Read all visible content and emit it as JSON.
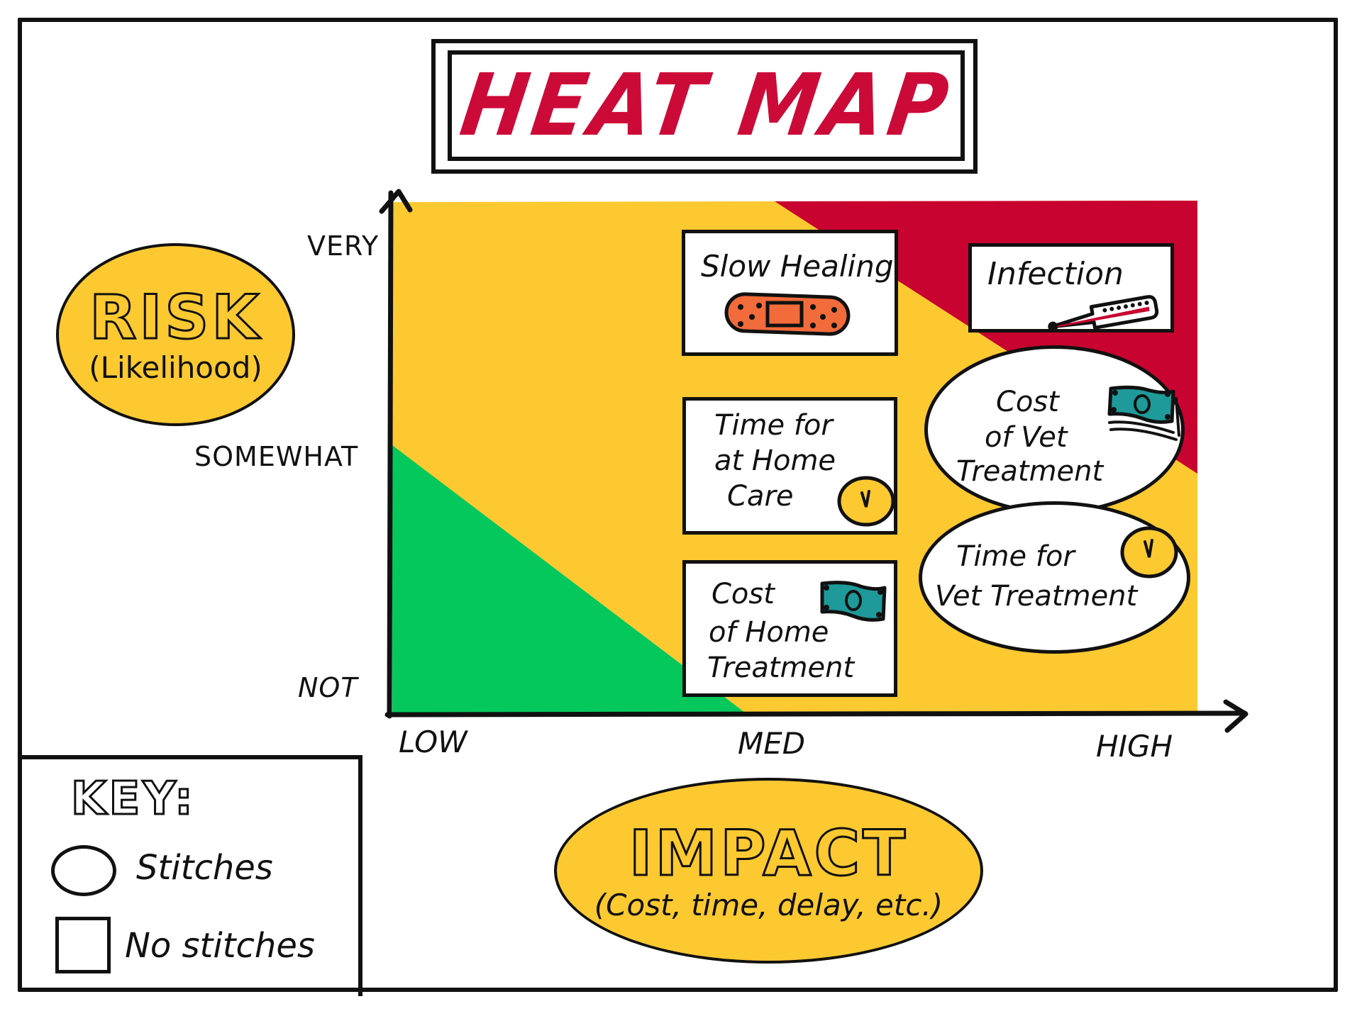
{
  "title": "HEAT MAP",
  "y_axis": {
    "title": "RISK",
    "subtitle": "(Likelihood)",
    "ticks": [
      "VERY",
      "SOMEWHAT",
      "NOT"
    ]
  },
  "x_axis": {
    "title": "IMPACT",
    "subtitle": "(Cost, time, delay, etc.)",
    "ticks": [
      "LOW",
      "MED",
      "HIGH"
    ]
  },
  "zones": {
    "green": "#04C85C",
    "yellow": "#FDC931",
    "red": "#C8032F"
  },
  "items": [
    {
      "label_lines": [
        "Slow Healing"
      ],
      "shape": "square",
      "icon": "bandage-icon"
    },
    {
      "label_lines": [
        "Infection"
      ],
      "shape": "square",
      "icon": "thermometer-icon"
    },
    {
      "label_lines": [
        "Time for",
        "at Home",
        "Care"
      ],
      "shape": "square",
      "icon": "clock-icon"
    },
    {
      "label_lines": [
        "Cost",
        "of Home",
        "Treatment"
      ],
      "shape": "square",
      "icon": "money-icon"
    },
    {
      "label_lines": [
        "Cost",
        "of Vet",
        "Treatment"
      ],
      "shape": "circle",
      "icon": "money-stack-icon"
    },
    {
      "label_lines": [
        "Time for",
        "Vet Treatment"
      ],
      "shape": "circle",
      "icon": "clock-icon"
    }
  ],
  "key": {
    "title": "KEY:",
    "entries": [
      {
        "shape": "circle",
        "label": "Stitches"
      },
      {
        "shape": "square",
        "label": "No stitches"
      }
    ]
  },
  "chart_data": {
    "type": "heatmap",
    "title": "HEAT MAP",
    "xlabel": "IMPACT (Cost, time, delay, etc.)",
    "ylabel": "RISK (Likelihood)",
    "x_categories": [
      "LOW",
      "MED",
      "HIGH"
    ],
    "y_categories": [
      "NOT",
      "SOMEWHAT",
      "VERY"
    ],
    "zones": [
      {
        "color": "green",
        "region": "lower-left triangle (low impact / low risk)"
      },
      {
        "color": "yellow",
        "region": "middle diagonal band"
      },
      {
        "color": "red",
        "region": "upper-right triangle (high impact / high risk)"
      }
    ],
    "points": [
      {
        "label": "Slow Healing",
        "impact": "MED",
        "risk": "VERY",
        "zone": "yellow",
        "stitches": false
      },
      {
        "label": "Infection",
        "impact": "HIGH",
        "risk": "VERY",
        "zone": "red",
        "stitches": false
      },
      {
        "label": "Time for at Home Care",
        "impact": "MED",
        "risk": "SOMEWHAT",
        "zone": "yellow",
        "stitches": false
      },
      {
        "label": "Cost of Home Treatment",
        "impact": "MED",
        "risk": "NOT",
        "zone": "yellow",
        "stitches": false
      },
      {
        "label": "Cost of Vet Treatment",
        "impact": "HIGH",
        "risk": "SOMEWHAT",
        "zone": "red/yellow",
        "stitches": true
      },
      {
        "label": "Time for Vet Treatment",
        "impact": "HIGH",
        "risk": "SOMEWHAT-NOT",
        "zone": "yellow",
        "stitches": true
      }
    ],
    "legend": [
      {
        "shape": "circle",
        "label": "Stitches"
      },
      {
        "shape": "square",
        "label": "No stitches"
      }
    ],
    "grid": false
  }
}
